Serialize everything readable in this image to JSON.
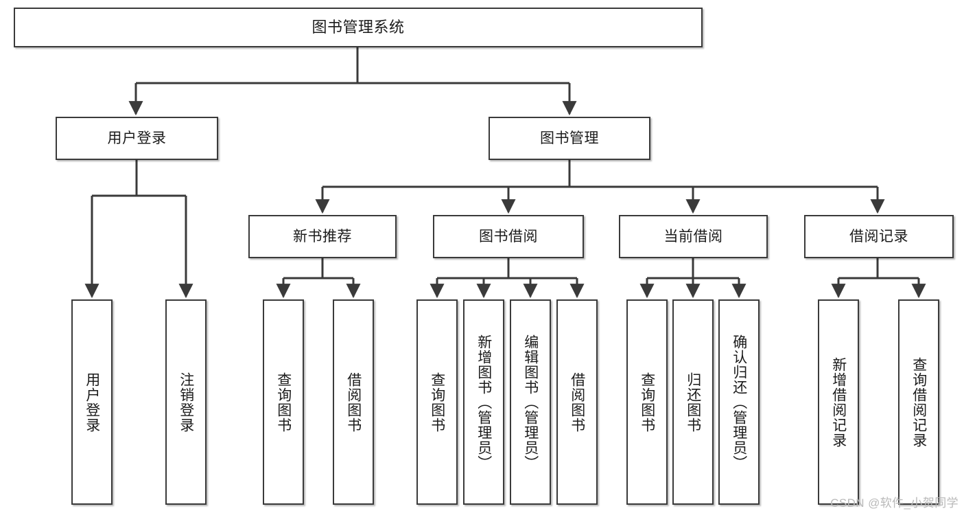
{
  "diagram": {
    "title": "图书管理系统",
    "type": "tree-hierarchy-diagram",
    "watermark": "CSDN @软件_小贺同学",
    "colors": {
      "border": "#3a3a3a",
      "fill": "#ffffff",
      "text": "#1b1b1b",
      "watermark": "#b9b9b9",
      "connector": "#3a3a3a"
    },
    "nodes": {
      "root": {
        "label": "图书管理系统"
      },
      "level2": [
        {
          "label": "用户登录"
        },
        {
          "label": "图书管理"
        }
      ],
      "level3": [
        {
          "label": "新书推荐"
        },
        {
          "label": "图书借阅"
        },
        {
          "label": "当前借阅"
        },
        {
          "label": "借阅记录"
        }
      ],
      "leaves": {
        "user_login": [
          {
            "label": "用户登录"
          },
          {
            "label": "注销登录"
          }
        ],
        "new_book": [
          {
            "label": "查询图书"
          },
          {
            "label": "借阅图书"
          }
        ],
        "book_borrow": [
          {
            "label": "查询图书"
          },
          {
            "label": "新增图书（管理员）"
          },
          {
            "label": "编辑图书（管理员）"
          },
          {
            "label": "借阅图书"
          }
        ],
        "current_borrow": [
          {
            "label": "查询图书"
          },
          {
            "label": "归还图书"
          },
          {
            "label": "确认归还（管理员）"
          }
        ],
        "borrow_record": [
          {
            "label": "新增借阅记录"
          },
          {
            "label": "查询借阅记录"
          }
        ]
      }
    }
  }
}
